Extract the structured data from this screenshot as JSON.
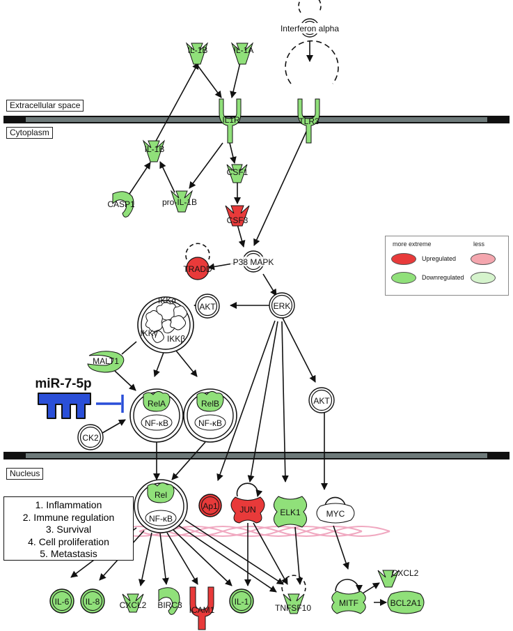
{
  "compartments": {
    "extracellular": "Extracellular space",
    "cytoplasm": "Cytoplasm",
    "nucleus": "Nucleus"
  },
  "nodes": {
    "interferon_alpha": "Interferon alpha",
    "il1b_ext": "IL-1B",
    "il1a": "IL-1A",
    "il1r": "IL1R",
    "tlr3": "TLR3",
    "il1b_cyto": "IL-1B",
    "csf1": "CSF1",
    "casp1": "CASP1",
    "pro_il1b": "pro-IL-1B",
    "csf3": "CSF3",
    "tradd": "TRADD",
    "p38": "P38 MAPK",
    "ikka": "IKKα",
    "ikky": "IKKγ",
    "ikkb": "IKKβ",
    "akt1": "AKT",
    "erk": "ERK",
    "malt1": "MALT1",
    "rela": "RelA",
    "relb": "RelB",
    "nfkb1": "NF-κB",
    "nfkb2": "NF-κB",
    "akt2": "AKT",
    "ck2": "CK2",
    "mirna": "miR-7-5p",
    "rel": "Rel",
    "nfkb3": "NF-κB",
    "ap1": "Ap1",
    "jun": "JUN",
    "elk1": "ELK1",
    "myc": "MYC",
    "il6": "IL-6",
    "il8": "IL-8",
    "cxcl2a": "CXCL2",
    "birc3": "BIRC3",
    "icam1": "ICAM1",
    "il1": "IL-1",
    "tnfsf10": "TNFSF10",
    "mitf": "MITF",
    "cxcl2b": "CXCL2",
    "bcl2a1": "BCL2A1"
  },
  "functions": [
    "1. Inflammation",
    "2. Immune regulation",
    "3. Survival",
    "4. Cell proliferation",
    "5. Metastasis"
  ],
  "legend": {
    "more": "more extreme",
    "less": "less",
    "up": "Upregulated",
    "down": "Downregulated"
  },
  "colors": {
    "down": "#90e07a",
    "up": "#e83a3a",
    "up_light": "#f4a6ae",
    "down_light": "#d5f3cc",
    "inhibitor": "#2a4fd8",
    "membrane": "#6e7a7a",
    "dna": "#f0a8c0"
  }
}
